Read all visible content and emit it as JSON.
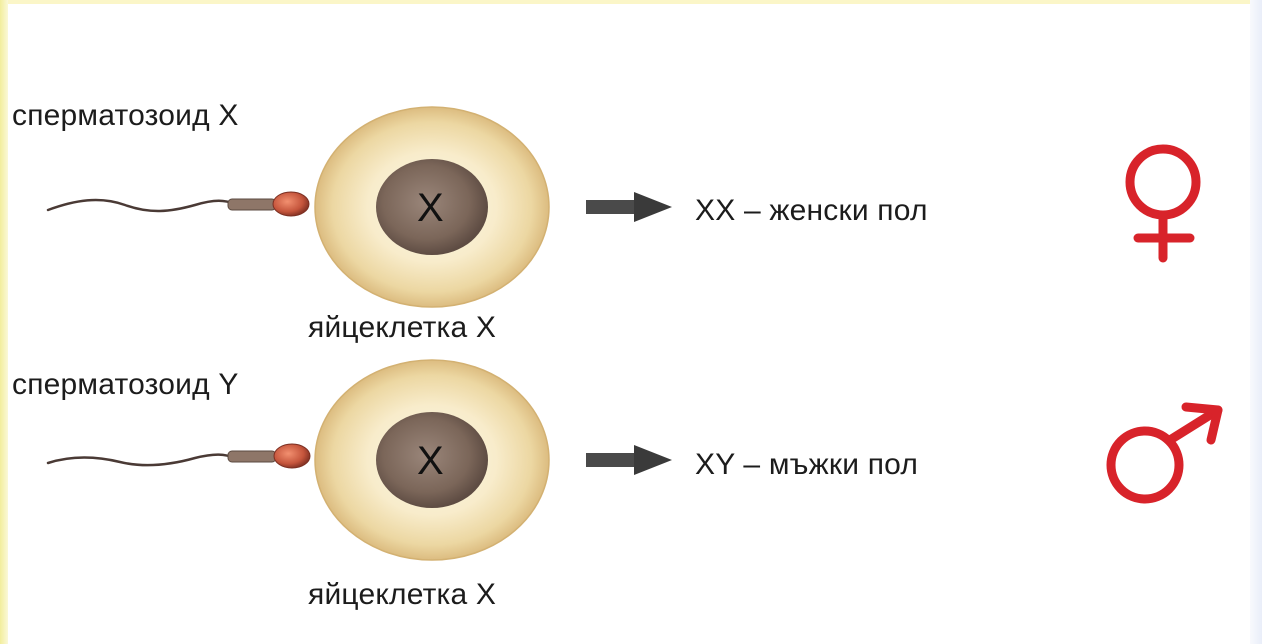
{
  "rows": [
    {
      "sperm_label": "сперматозоид X",
      "egg_label": "яйцеклетка X",
      "nucleus_label": "X",
      "result_label": "XX – женски пол",
      "sex_symbol": "female-symbol-icon"
    },
    {
      "sperm_label": "сперматозоид Y",
      "egg_label": "яйцеклетка X",
      "nucleus_label": "X",
      "result_label": "XY – мъжки пол",
      "sex_symbol": "male-symbol-icon"
    }
  ],
  "colors": {
    "egg_inner": "#fbf6de",
    "egg_outer": "#e7cd93",
    "egg_edge": "#d9b77a",
    "nucleus": "#7a6458",
    "arrow": "#444444",
    "sex_symbol": "#d8232a",
    "sperm_tail": "#4a3a35",
    "sperm_head": "#c0533b"
  }
}
